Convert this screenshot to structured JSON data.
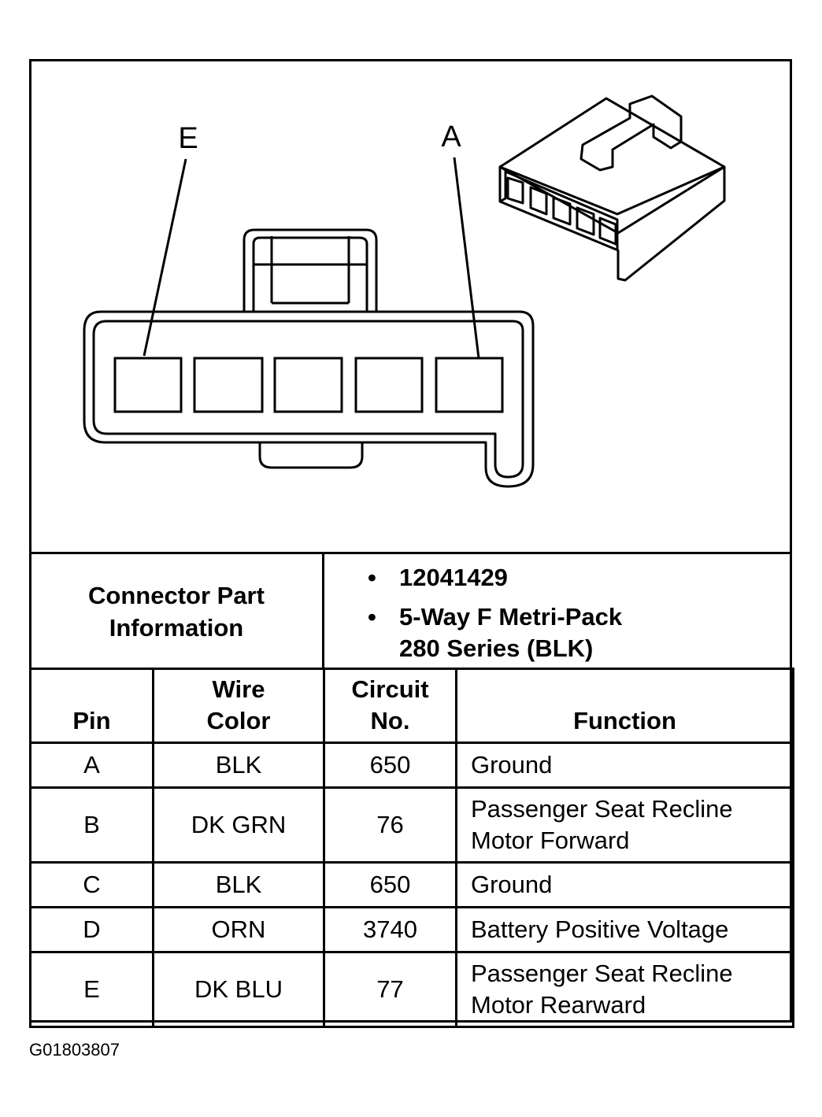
{
  "diagram": {
    "callout_left": "E",
    "callout_right": "A"
  },
  "connector_info": {
    "label_line1": "Connector Part",
    "label_line2": "Information",
    "items": [
      {
        "lines": [
          "12041429"
        ]
      },
      {
        "lines": [
          "5-Way F Metri-Pack",
          "280 Series (BLK)"
        ]
      }
    ]
  },
  "table": {
    "headers": {
      "pin": "Pin",
      "wire_color_1": "Wire",
      "wire_color_2": "Color",
      "circuit_1": "Circuit",
      "circuit_2": "No.",
      "function": "Function"
    },
    "rows": [
      {
        "pin": "A",
        "wire_color": "BLK",
        "circuit": "650",
        "function_1": "Ground",
        "function_2": ""
      },
      {
        "pin": "B",
        "wire_color": "DK GRN",
        "circuit": "76",
        "function_1": "Passenger Seat Recline",
        "function_2": "Motor Forward"
      },
      {
        "pin": "C",
        "wire_color": "BLK",
        "circuit": "650",
        "function_1": "Ground",
        "function_2": ""
      },
      {
        "pin": "D",
        "wire_color": "ORN",
        "circuit": "3740",
        "function_1": "Battery Positive Voltage",
        "function_2": ""
      },
      {
        "pin": "E",
        "wire_color": "DK BLU",
        "circuit": "77",
        "function_1": "Passenger Seat Recline",
        "function_2": "Motor Rearward"
      }
    ]
  },
  "figure_id": "G01803807"
}
